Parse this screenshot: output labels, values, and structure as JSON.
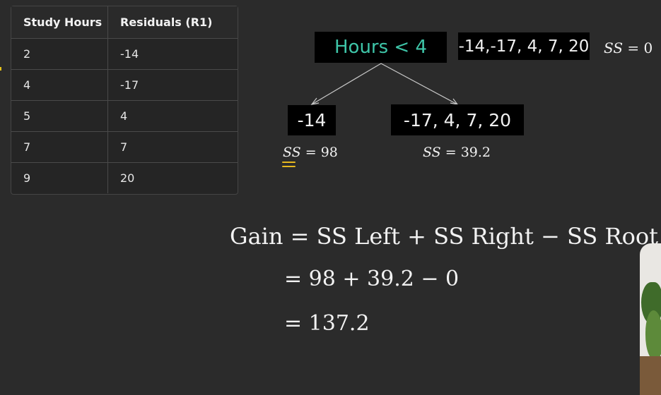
{
  "table": {
    "headers": [
      "Study Hours",
      "Residuals (R1)"
    ],
    "rows": [
      [
        "2",
        "-14"
      ],
      [
        "4",
        "-17"
      ],
      [
        "5",
        "4"
      ],
      [
        "7",
        "7"
      ],
      [
        "9",
        "20"
      ]
    ]
  },
  "tree": {
    "root_label": "Hours < 4",
    "root_values": "-14,-17, 4, 7, 20",
    "root_ss_var": "SS",
    "root_ss_value": "= 0",
    "left_label": "-14",
    "left_ss_var": "SS",
    "left_ss_value": "= 98",
    "right_label": "-17, 4, 7, 20",
    "right_ss_var": "SS",
    "right_ss_value": "= 39.2"
  },
  "gain": {
    "line1": "Gain = SS Left + SS Right − SS Root",
    "line2": "= 98 + 39.2  − 0",
    "line3": "= 137.2"
  },
  "colors": {
    "background": "#2b2b2b",
    "root_label": "#3ec5a8",
    "highlight_mark": "#e6b81f"
  }
}
